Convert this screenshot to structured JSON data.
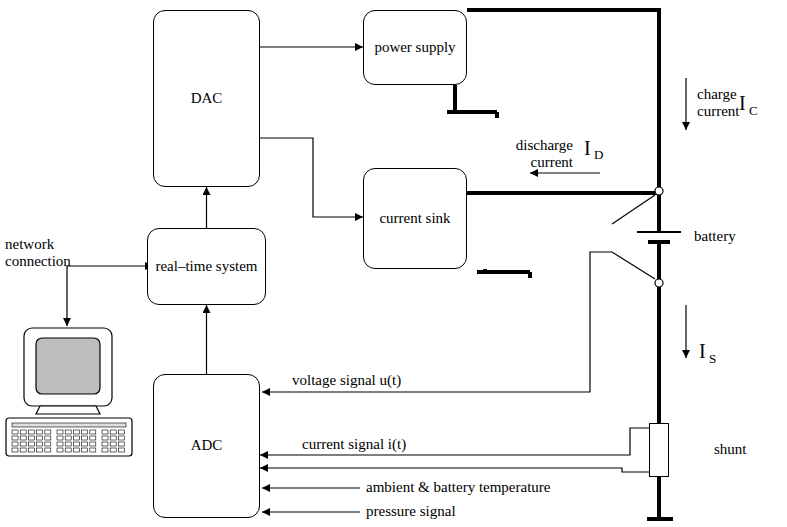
{
  "diagram": {
    "nodes": [
      {
        "text": [
          "DAC"
        ]
      },
      {
        "text": [
          "power supply"
        ]
      },
      {
        "text": [
          "current sink"
        ]
      },
      {
        "text": [
          "real–time system"
        ]
      },
      {
        "text": [
          "ADC"
        ]
      },
      {
        "text": [
          "shunt"
        ]
      }
    ],
    "edges": [
      {
        "from": 0,
        "to": 1,
        "arrow": "to"
      },
      {
        "from": 0,
        "to": 2,
        "arrow": "to"
      },
      {
        "from": 3,
        "to": 0,
        "arrow": "to"
      },
      {
        "from": 4,
        "to": 3,
        "arrow": "to"
      },
      {
        "from": 5,
        "to": 4,
        "label": "current signal i(t)",
        "arrow": "to"
      },
      {
        "from": 5,
        "to": 4,
        "arrow": "to"
      }
    ],
    "labels": [
      "charge current",
      "I",
      "C",
      "discharge current",
      "I",
      "D",
      "battery",
      "I",
      "S",
      "network connection",
      "voltage signal u(t)",
      "ambient & battery temperature",
      "pressure signal"
    ]
  }
}
